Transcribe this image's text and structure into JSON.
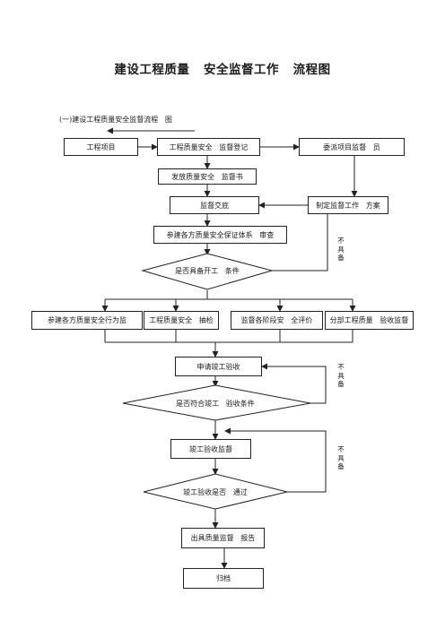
{
  "title": "建设工程质量   安全监督工作   流程图",
  "subtitle": "(一)建设工程质量安全监督流程   图",
  "nodes": {
    "project": "工程项目",
    "register": "工程质量安全   监督登记",
    "assign_supervisor": "委派项目监督   员",
    "issue_notice": "发放质量安全   监督书",
    "disclosure": "监督交底",
    "make_plan": "制定监督工作   方案",
    "review_system": "参建各方质量安全保证体系   审查",
    "check_start": "是否具备开工   条件",
    "party_behavior": "参建各方质量安全行为监",
    "quality_spot_check": "工程质量安全   抽检",
    "stage_evaluation": "监督各阶段安   全评价",
    "sub_acceptance": "分部工程质量   验收监督",
    "apply_acceptance": "申请竣工验收",
    "check_acceptance_cond": "是否符合竣工   验收条件",
    "acceptance_supervision": "竣工验收监督",
    "check_pass": "竣工验收是否   通过",
    "issue_report": "出具质量监督   报告",
    "archive": "归档"
  },
  "labels": {
    "not_ready_1": "不具备",
    "not_ready_2": "不具备",
    "not_ready_3": "不具备"
  }
}
